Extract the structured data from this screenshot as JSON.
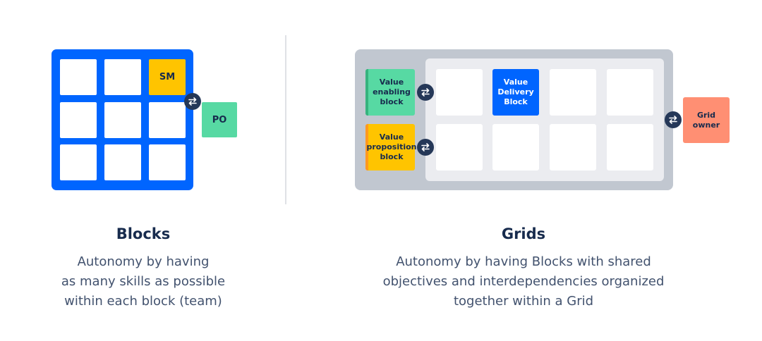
{
  "blocks": {
    "sm_label": "SM",
    "po_label": "PO",
    "title": "Blocks",
    "description_lines": [
      "Autonomy by having",
      "as many skills as possible",
      "within each block (team)"
    ]
  },
  "grids": {
    "enabling_lines": [
      "Value",
      "enabling",
      "block"
    ],
    "proposition_lines": [
      "Value",
      "proposition",
      "block"
    ],
    "delivery_lines": [
      "Value",
      "Delivery",
      "Block"
    ],
    "owner_lines": [
      "Grid",
      "owner"
    ],
    "title": "Grids",
    "description_lines": [
      "Autonomy by having Blocks with shared",
      "objectives and interdependencies organized",
      "together within a Grid"
    ]
  },
  "colors": {
    "block_blue": "#0065ff",
    "sm_yellow": "#ffc400",
    "po_green": "#57d9a3",
    "grid_gray": "#c1c7d0",
    "owner_salmon": "#ff8f73",
    "swap_navy": "#253858"
  },
  "icons": {
    "swap": "swap-arrows-icon"
  }
}
